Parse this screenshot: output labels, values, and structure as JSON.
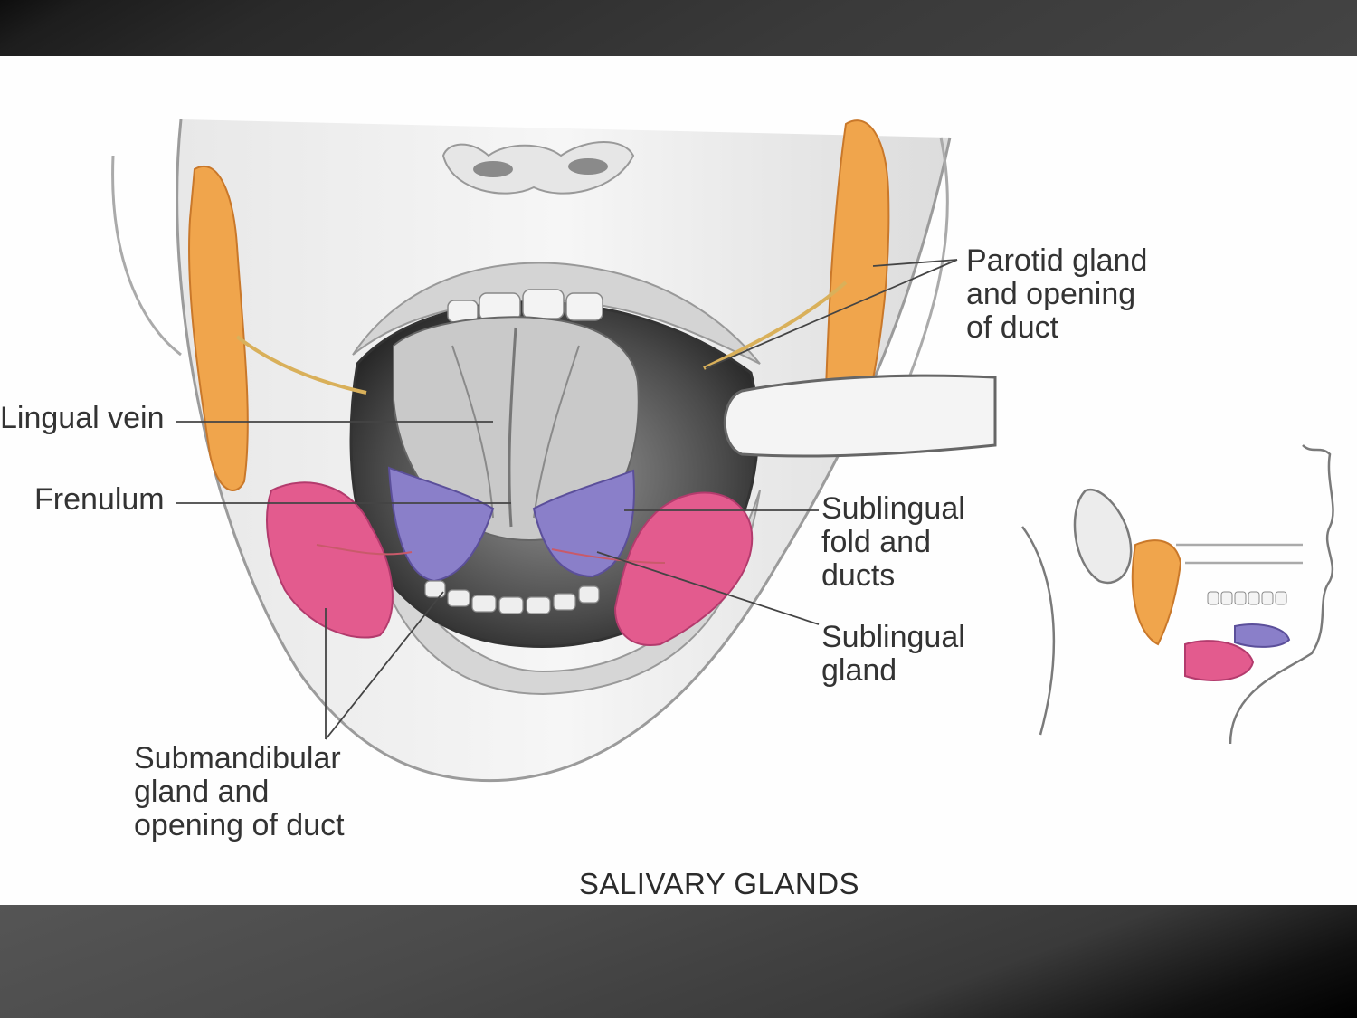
{
  "caption": "SALIVARY GLANDS",
  "labels": {
    "parotid": "Parotid gland\nand opening\nof duct",
    "lingual_vein": "Lingual vein",
    "frenulum": "Frenulum",
    "sublingual_fold": "Sublingual\nfold and\nducts",
    "sublingual_gland": "Sublingual\ngland",
    "submandibular": "Submandibular\ngland and\nopening of duct"
  },
  "colors": {
    "parotid": "#f0a54c",
    "submandibular": "#e35b8e",
    "sublingual": "#8a7fc9",
    "skin_shade": "#b9b9b9",
    "leader_line": "#444444"
  }
}
